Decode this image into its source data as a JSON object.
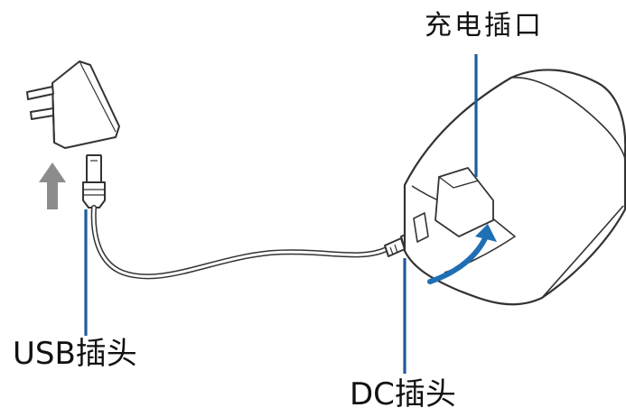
{
  "labels": {
    "charging_port": "充电插口",
    "usb_plug": "USB插头",
    "dc_plug": "DC插头"
  },
  "colors": {
    "stroke": "#333333",
    "callout_line": "#1f5c9e",
    "arrow_blue": "#1f6fb5",
    "arrow_grey": "#8c8c8c"
  }
}
